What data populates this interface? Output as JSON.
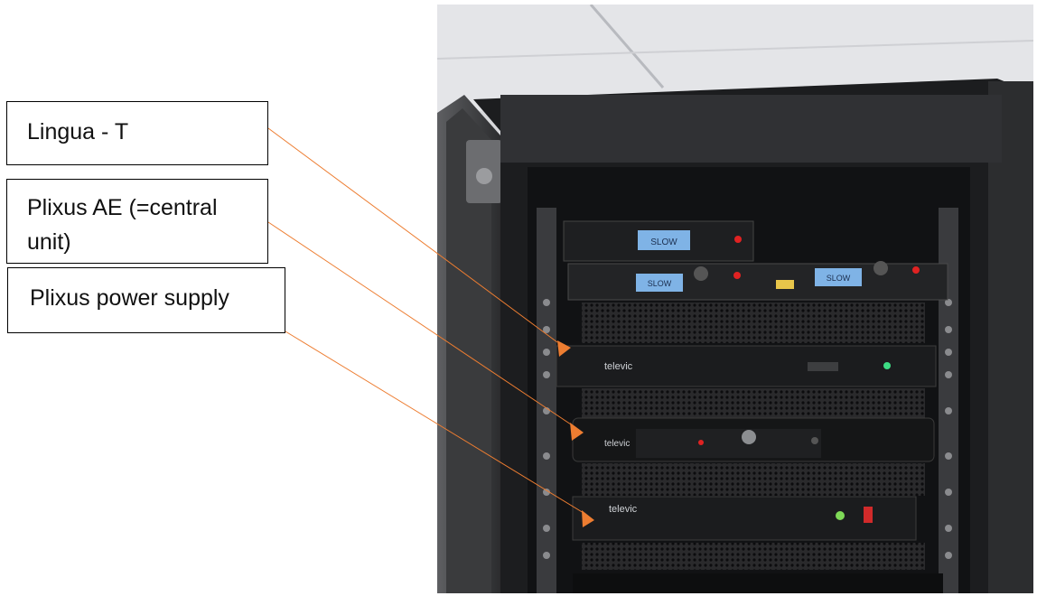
{
  "labels": [
    {
      "id": "lingua-t",
      "text": "Lingua - T"
    },
    {
      "id": "plixus-ae",
      "text": "Plixus AE (=central unit)"
    },
    {
      "id": "plixus-power",
      "text": "Plixus power supply"
    }
  ],
  "photo": {
    "brand_text": [
      "televic",
      "televic",
      "televic"
    ],
    "receiver_display": [
      "SLOW",
      "SLOW",
      "SLOW"
    ],
    "leader_color": "#ed7d31",
    "arrow_color": "#ed7d31"
  }
}
